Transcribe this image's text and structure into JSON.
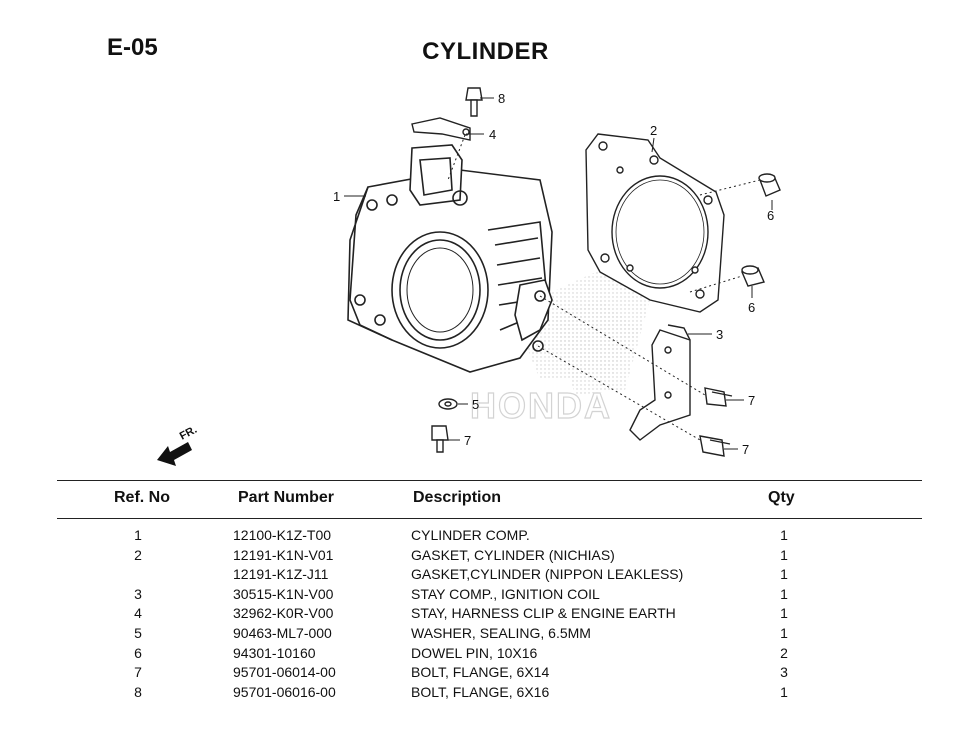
{
  "header": {
    "code": "E-05",
    "title": "CYLINDER"
  },
  "diagram": {
    "callouts": [
      "1",
      "2",
      "3",
      "4",
      "5",
      "6",
      "6",
      "7",
      "7",
      "7",
      "8"
    ],
    "direction_label": "FR.",
    "watermark": "HONDA"
  },
  "table": {
    "headers": {
      "ref": "Ref. No",
      "part": "Part Number",
      "desc": "Description",
      "qty": "Qty"
    },
    "rows": [
      {
        "ref": "1",
        "part": "12100-K1Z-T00",
        "desc": "CYLINDER COMP.",
        "qty": "1"
      },
      {
        "ref": "2",
        "part": "12191-K1N-V01",
        "desc": "GASKET, CYLINDER (NICHIAS)",
        "qty": "1"
      },
      {
        "ref": "",
        "part": "12191-K1Z-J11",
        "desc": "GASKET,CYLINDER (NIPPON LEAKLESS)",
        "qty": "1"
      },
      {
        "ref": "3",
        "part": "30515-K1N-V00",
        "desc": "STAY COMP., IGNITION COIL",
        "qty": "1"
      },
      {
        "ref": "4",
        "part": "32962-K0R-V00",
        "desc": "STAY, HARNESS CLIP & ENGINE EARTH",
        "qty": "1"
      },
      {
        "ref": "5",
        "part": "90463-ML7-000",
        "desc": "WASHER, SEALING, 6.5MM",
        "qty": "1"
      },
      {
        "ref": "6",
        "part": "94301-10160",
        "desc": "DOWEL PIN, 10X16",
        "qty": "2"
      },
      {
        "ref": "7",
        "part": "95701-06014-00",
        "desc": "BOLT, FLANGE, 6X14",
        "qty": "3"
      },
      {
        "ref": "8",
        "part": "95701-06016-00",
        "desc": "BOLT, FLANGE, 6X16",
        "qty": "1"
      }
    ]
  }
}
